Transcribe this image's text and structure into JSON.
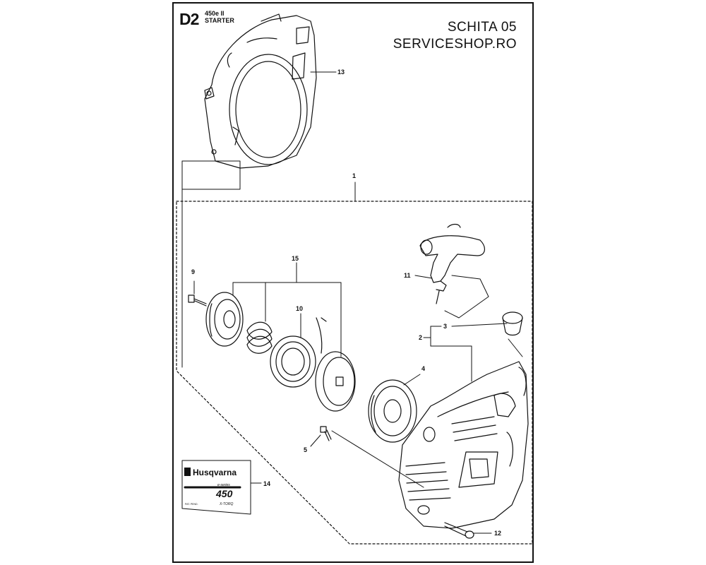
{
  "header": {
    "page_code": "D2",
    "model_line1": "450e II",
    "model_line2": "STARTER",
    "schema_title": "SCHITA 05",
    "shop_title": "SERVICESHOP.RO"
  },
  "callouts": {
    "c1": "1",
    "c2": "2",
    "c3": "3",
    "c4": "4",
    "c5": "5",
    "c9": "9",
    "c10": "10",
    "c11": "11",
    "c12": "12",
    "c13": "13",
    "c14": "14",
    "c15": "15"
  },
  "decal": {
    "brand": "Husqvarna",
    "series": "e-series",
    "model": "450",
    "tech": "X-TORQ",
    "fine_print": "PAT. PEND."
  }
}
